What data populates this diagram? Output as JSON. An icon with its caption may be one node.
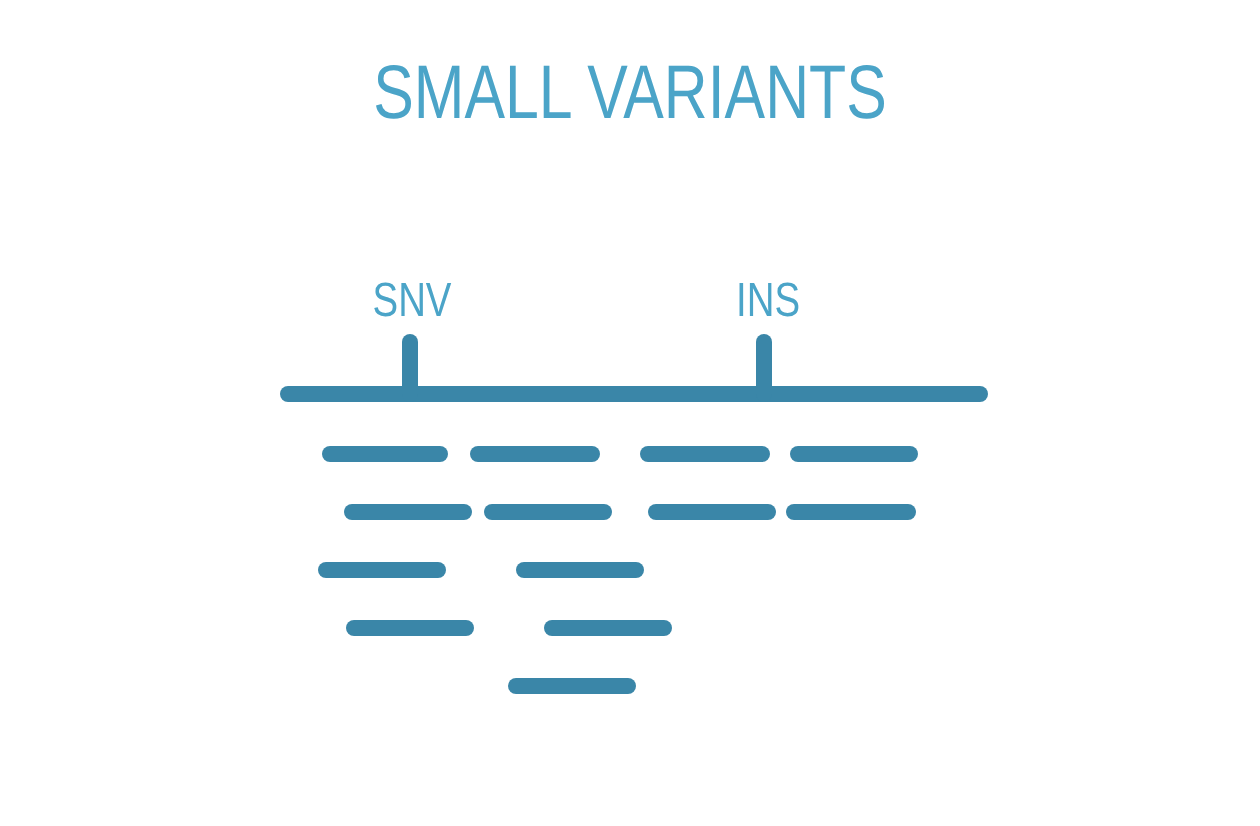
{
  "diagram": {
    "title": "SMALL VARIANTS",
    "labels": [
      "SNV",
      "INS"
    ]
  }
}
